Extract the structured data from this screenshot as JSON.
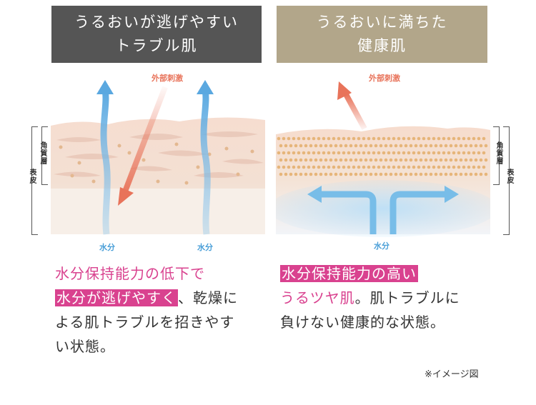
{
  "left": {
    "header_line1": "うるおいが逃げやすい",
    "header_line2": "トラブル肌",
    "external_label": "外部刺激",
    "water_label_1": "水分",
    "water_label_2": "水分",
    "stratum_label": "角質層",
    "epidermis_label": "表皮",
    "desc_line1": "水分保持能力の低下で",
    "desc_highlight": "水分が逃げやすく",
    "desc_line2_rest": "、乾燥に",
    "desc_line3": "よる肌トラブルを招きやす",
    "desc_line4": "い状態。"
  },
  "right": {
    "header_line1": "うるおいに満ちた",
    "header_line2": "健康肌",
    "external_label": "外部刺激",
    "water_label": "水分",
    "stratum_label": "角質層",
    "epidermis_label": "表皮",
    "desc_highlight": "水分保持能力の高い",
    "desc_pink": "うるツヤ肌",
    "desc_line2_rest": "。肌トラブルに",
    "desc_line3": "負けない健康的な状態。"
  },
  "note": "※イメージ図",
  "colors": {
    "left_header_bg": "#555555",
    "right_header_bg": "#b2a68a",
    "water": "#78bde8",
    "external": "#e8735a",
    "accent_pink": "#d9428f"
  }
}
